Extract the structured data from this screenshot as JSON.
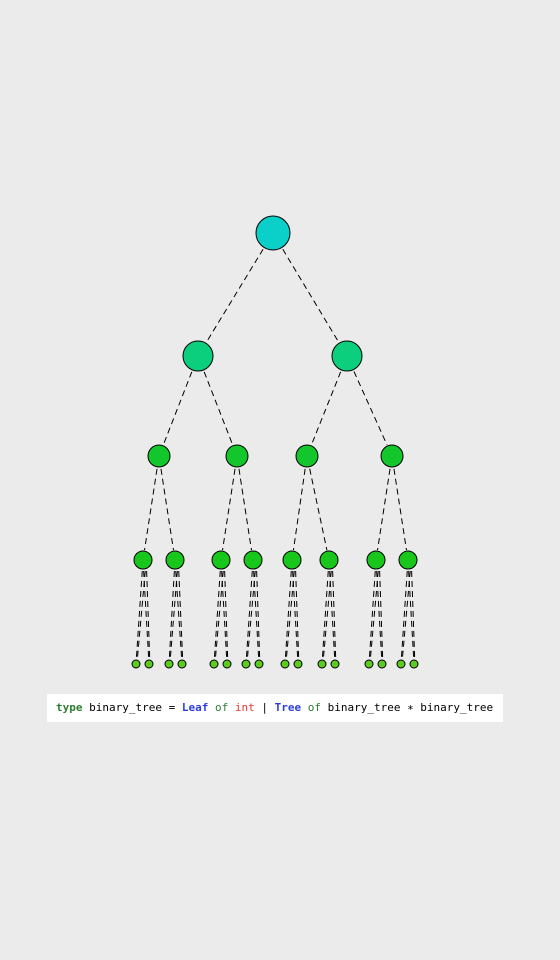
{
  "code": {
    "kw_type": "type",
    "name1": " binary_tree = ",
    "ctor_leaf": "Leaf",
    "kw_of1": " of ",
    "t_int": "int",
    "bar": " | ",
    "ctor_tree": "Tree",
    "kw_of2": " of ",
    "tail": "binary_tree ∗ binary_tree"
  },
  "colors": {
    "root": "#0bcfc9",
    "level1": "#0ccf7d",
    "level2": "#13c62c",
    "level3": "#18c61c",
    "leaf": "#5ccb1f"
  },
  "tree": {
    "levels": 5,
    "leaf_count": 16
  }
}
